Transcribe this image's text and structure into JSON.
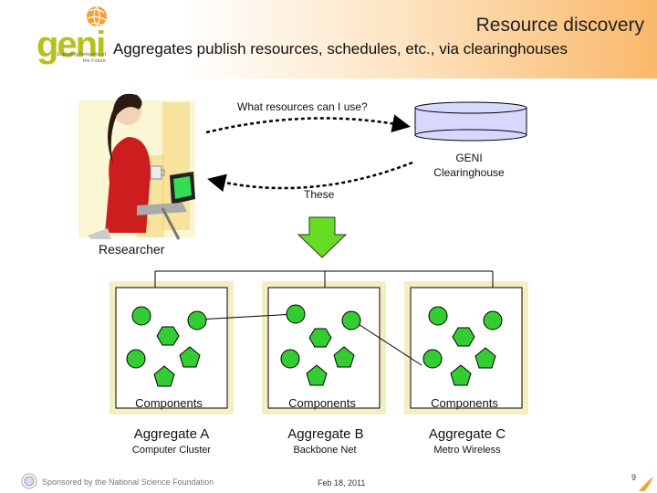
{
  "header": {
    "logo_text": "geni",
    "logo_tagline": "Exploring Networks of the Future",
    "title": "Resource discovery",
    "subtitle": "Aggregates publish resources, schedules, etc., via clearinghouses"
  },
  "diagram": {
    "question_label": "What resources can I use?",
    "answer_label": "These",
    "clearinghouse_label": "GENI Clearinghouse",
    "researcher_label": "Researcher",
    "aggregates": [
      {
        "name": "Aggregate A",
        "type": "Computer Cluster",
        "components_label": "Components"
      },
      {
        "name": "Aggregate B",
        "type": "Backbone Net",
        "components_label": "Components"
      },
      {
        "name": "Aggregate C",
        "type": "Metro Wireless",
        "components_label": "Components"
      }
    ],
    "colors": {
      "component_fill": "#33cc33",
      "aggregate_border": "#e8e4b0",
      "arrow_fill": "#66dd22",
      "clearinghouse_fill": "#d8d8ff"
    }
  },
  "footer": {
    "sponsor": "Sponsored by the National Science Foundation",
    "date": "Feb 18, 2011",
    "page": "9"
  }
}
